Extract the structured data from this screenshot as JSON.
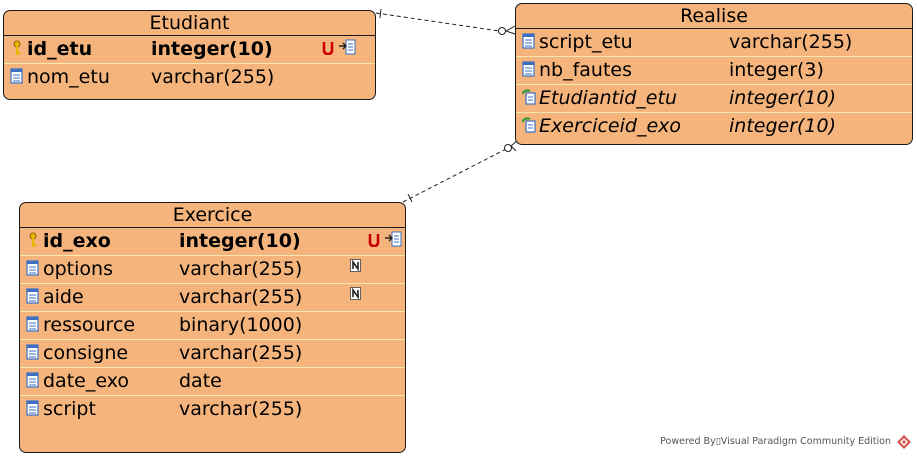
{
  "entities": {
    "etudiant": {
      "name": "Etudiant",
      "columns": [
        {
          "name": "id_etu",
          "type": "integer(10)"
        },
        {
          "name": "nom_etu",
          "type": "varchar(255)"
        }
      ]
    },
    "realise": {
      "name": "Realise",
      "columns": [
        {
          "name": "script_etu",
          "type": "varchar(255)"
        },
        {
          "name": "nb_fautes",
          "type": "integer(3)"
        },
        {
          "name": "Etudiantid_etu",
          "type": "integer(10)"
        },
        {
          "name": "Exerciceid_exo",
          "type": "integer(10)"
        }
      ]
    },
    "exercice": {
      "name": "Exercice",
      "columns": [
        {
          "name": "id_exo",
          "type": "integer(10)"
        },
        {
          "name": "options",
          "type": "varchar(255)"
        },
        {
          "name": "aide",
          "type": "varchar(255)"
        },
        {
          "name": "ressource",
          "type": "binary(1000)"
        },
        {
          "name": "consigne",
          "type": "varchar(255)"
        },
        {
          "name": "date_exo",
          "type": "date"
        },
        {
          "name": "script",
          "type": "varchar(255)"
        }
      ]
    }
  },
  "badges": {
    "unique": "U",
    "nullable": "N"
  },
  "footer": {
    "text": "Powered By▯Visual Paradigm Community Edition"
  },
  "colors": {
    "entity_fill": "#f4b47c",
    "border": "#1a1a1a",
    "row_separator": "#f6e7b0",
    "pk_key": "#e8b400",
    "unique_badge": "#cc0000",
    "column_icon": "#3a6fc4"
  },
  "icons": {
    "primary_key": "key-icon",
    "column": "column-icon",
    "foreign_key": "foreign-key-icon",
    "unique": "unique-constraint-icon",
    "nullable": "nullable-icon",
    "link": "link-icon",
    "logo": "visual-paradigm-logo-icon"
  }
}
